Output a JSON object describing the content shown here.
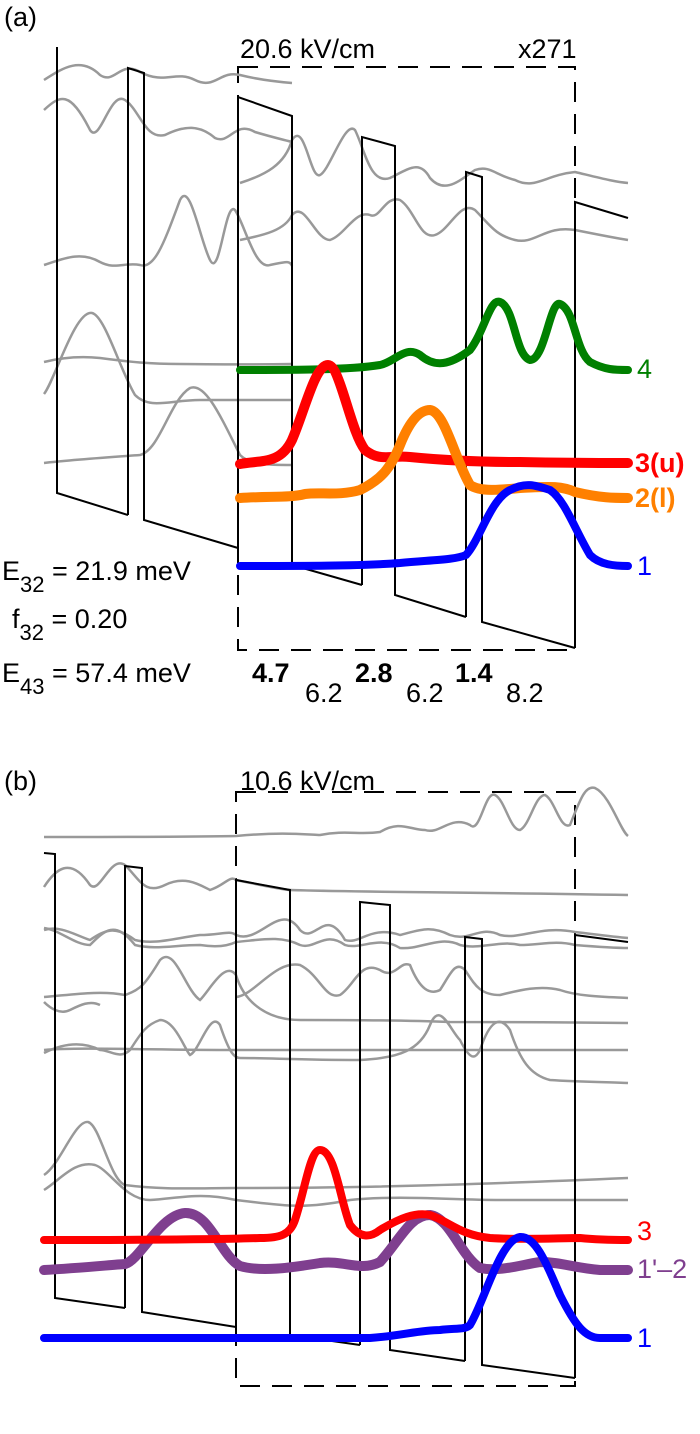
{
  "figure": {
    "panel_a": {
      "label": "(a)",
      "field": "20.6 kV/cm",
      "scale": "x271",
      "levels": [
        {
          "name": "4",
          "color": "#008000"
        },
        {
          "name": "3(u)",
          "color": "#ff0000"
        },
        {
          "name": "2(l)",
          "color": "#ff8000"
        },
        {
          "name": "1",
          "color": "#0000ff"
        }
      ],
      "params": {
        "e32_sym": "E",
        "e32_sub": "32",
        "e32_val": "= 21.9 meV",
        "f32_sym": "f",
        "f32_sub": "32",
        "f32_val": "= 0.20",
        "e43_sym": "E",
        "e43_sub": "43",
        "e43_val": "= 57.4 meV"
      },
      "layers": [
        {
          "value": "4.7",
          "type": "barrier"
        },
        {
          "value": "6.2",
          "type": "well"
        },
        {
          "value": "2.8",
          "type": "barrier"
        },
        {
          "value": "6.2",
          "type": "well"
        },
        {
          "value": "1.4",
          "type": "barrier"
        },
        {
          "value": "8.2",
          "type": "well"
        }
      ]
    },
    "panel_b": {
      "label": "(b)",
      "field": "10.6 kV/cm",
      "levels": [
        {
          "name": "3",
          "color": "#ff0000"
        },
        {
          "name": "1'–2",
          "color": "#7f3f8f"
        },
        {
          "name": "1",
          "color": "#0000ff"
        }
      ]
    },
    "colors": {
      "green": "#008000",
      "red": "#ff0000",
      "orange": "#ff8000",
      "blue": "#0000ff",
      "purple": "#7f3f8f",
      "gray": "#999999",
      "band": "#000000"
    }
  }
}
